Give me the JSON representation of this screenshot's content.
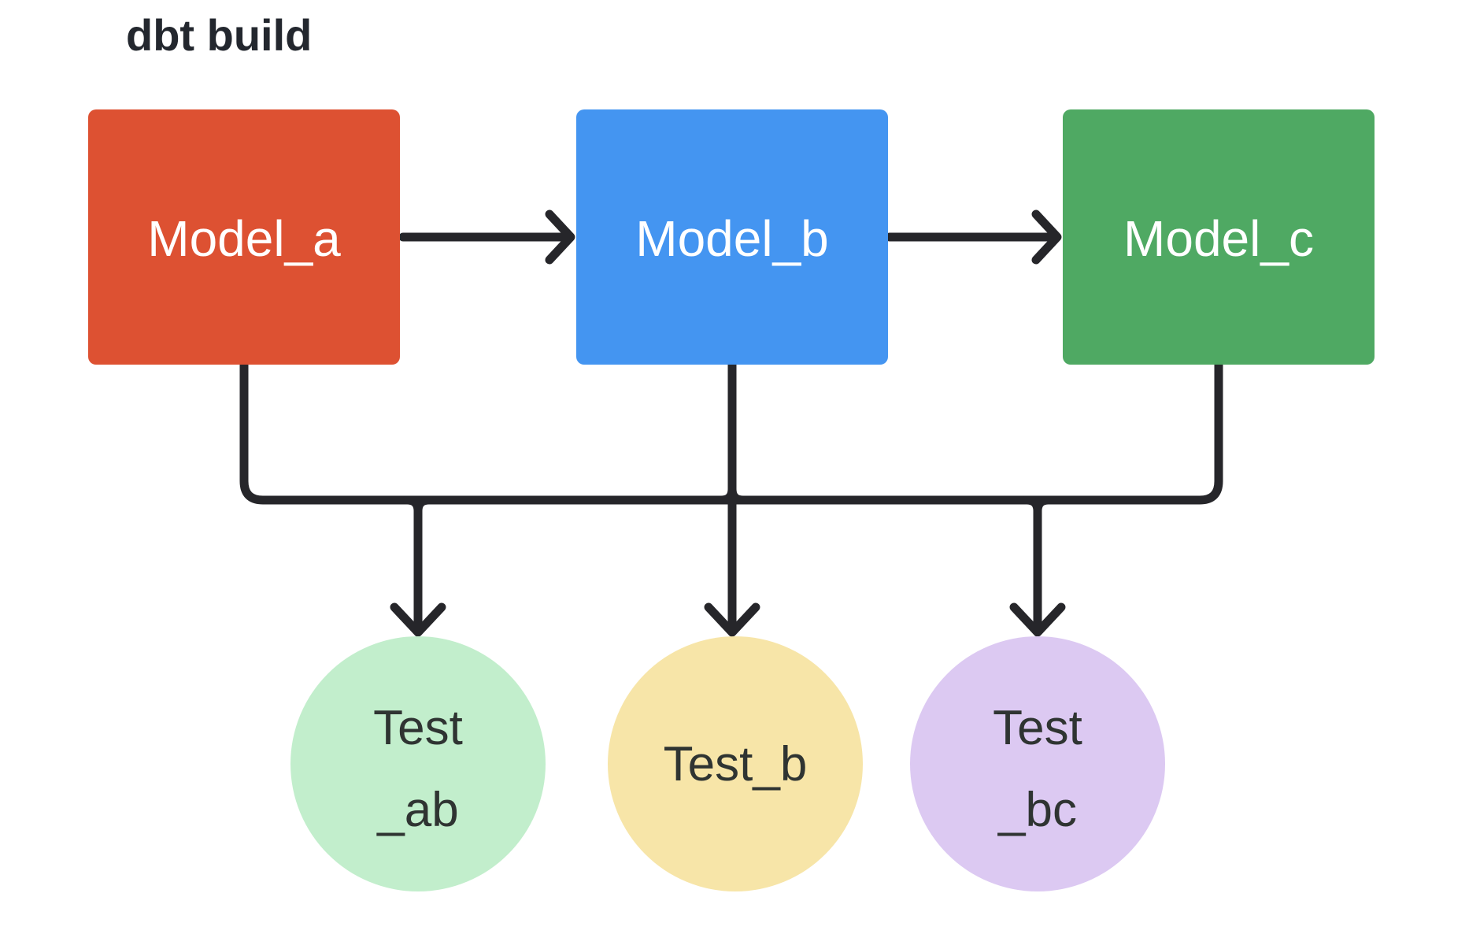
{
  "title": "dbt build",
  "colors": {
    "background": "#FFFFFF",
    "edge": "#26262A",
    "title_text": "#23272E",
    "model_text": "#FFFFFF",
    "test_text": "#2F3432",
    "model_a": "#DD5132",
    "model_b": "#4495F1",
    "model_c": "#4FA963",
    "test_ab": "#C2EECC",
    "test_b": "#F7E5A8",
    "test_bc": "#DCC9F2"
  },
  "models": [
    {
      "id": "model_a",
      "label": "Model_a",
      "color": "#DD5132"
    },
    {
      "id": "model_b",
      "label": "Model_b",
      "color": "#4495F1"
    },
    {
      "id": "model_c",
      "label": "Model_c",
      "color": "#4FA963"
    }
  ],
  "tests": [
    {
      "id": "test_ab",
      "label_line1": "Test",
      "label_line2": "_ab",
      "color": "#C2EECC"
    },
    {
      "id": "test_b",
      "label_line1": "Test_b",
      "label_line2": "",
      "color": "#F7E5A8"
    },
    {
      "id": "test_bc",
      "label_line1": "Test",
      "label_line2": "_bc",
      "color": "#DCC9F2"
    }
  ],
  "edges": [
    {
      "from": "Model_a",
      "to": "Model_b",
      "type": "arrow"
    },
    {
      "from": "Model_b",
      "to": "Model_c",
      "type": "arrow"
    },
    {
      "from": "Model_a",
      "to": "shared-bus",
      "type": "line"
    },
    {
      "from": "Model_b",
      "to": "shared-bus",
      "type": "line"
    },
    {
      "from": "Model_c",
      "to": "shared-bus",
      "type": "line"
    },
    {
      "from": "shared-bus",
      "to": "Test_ab",
      "type": "arrow"
    },
    {
      "from": "shared-bus",
      "to": "Test_b",
      "type": "arrow"
    },
    {
      "from": "shared-bus",
      "to": "Test_bc",
      "type": "arrow"
    }
  ]
}
